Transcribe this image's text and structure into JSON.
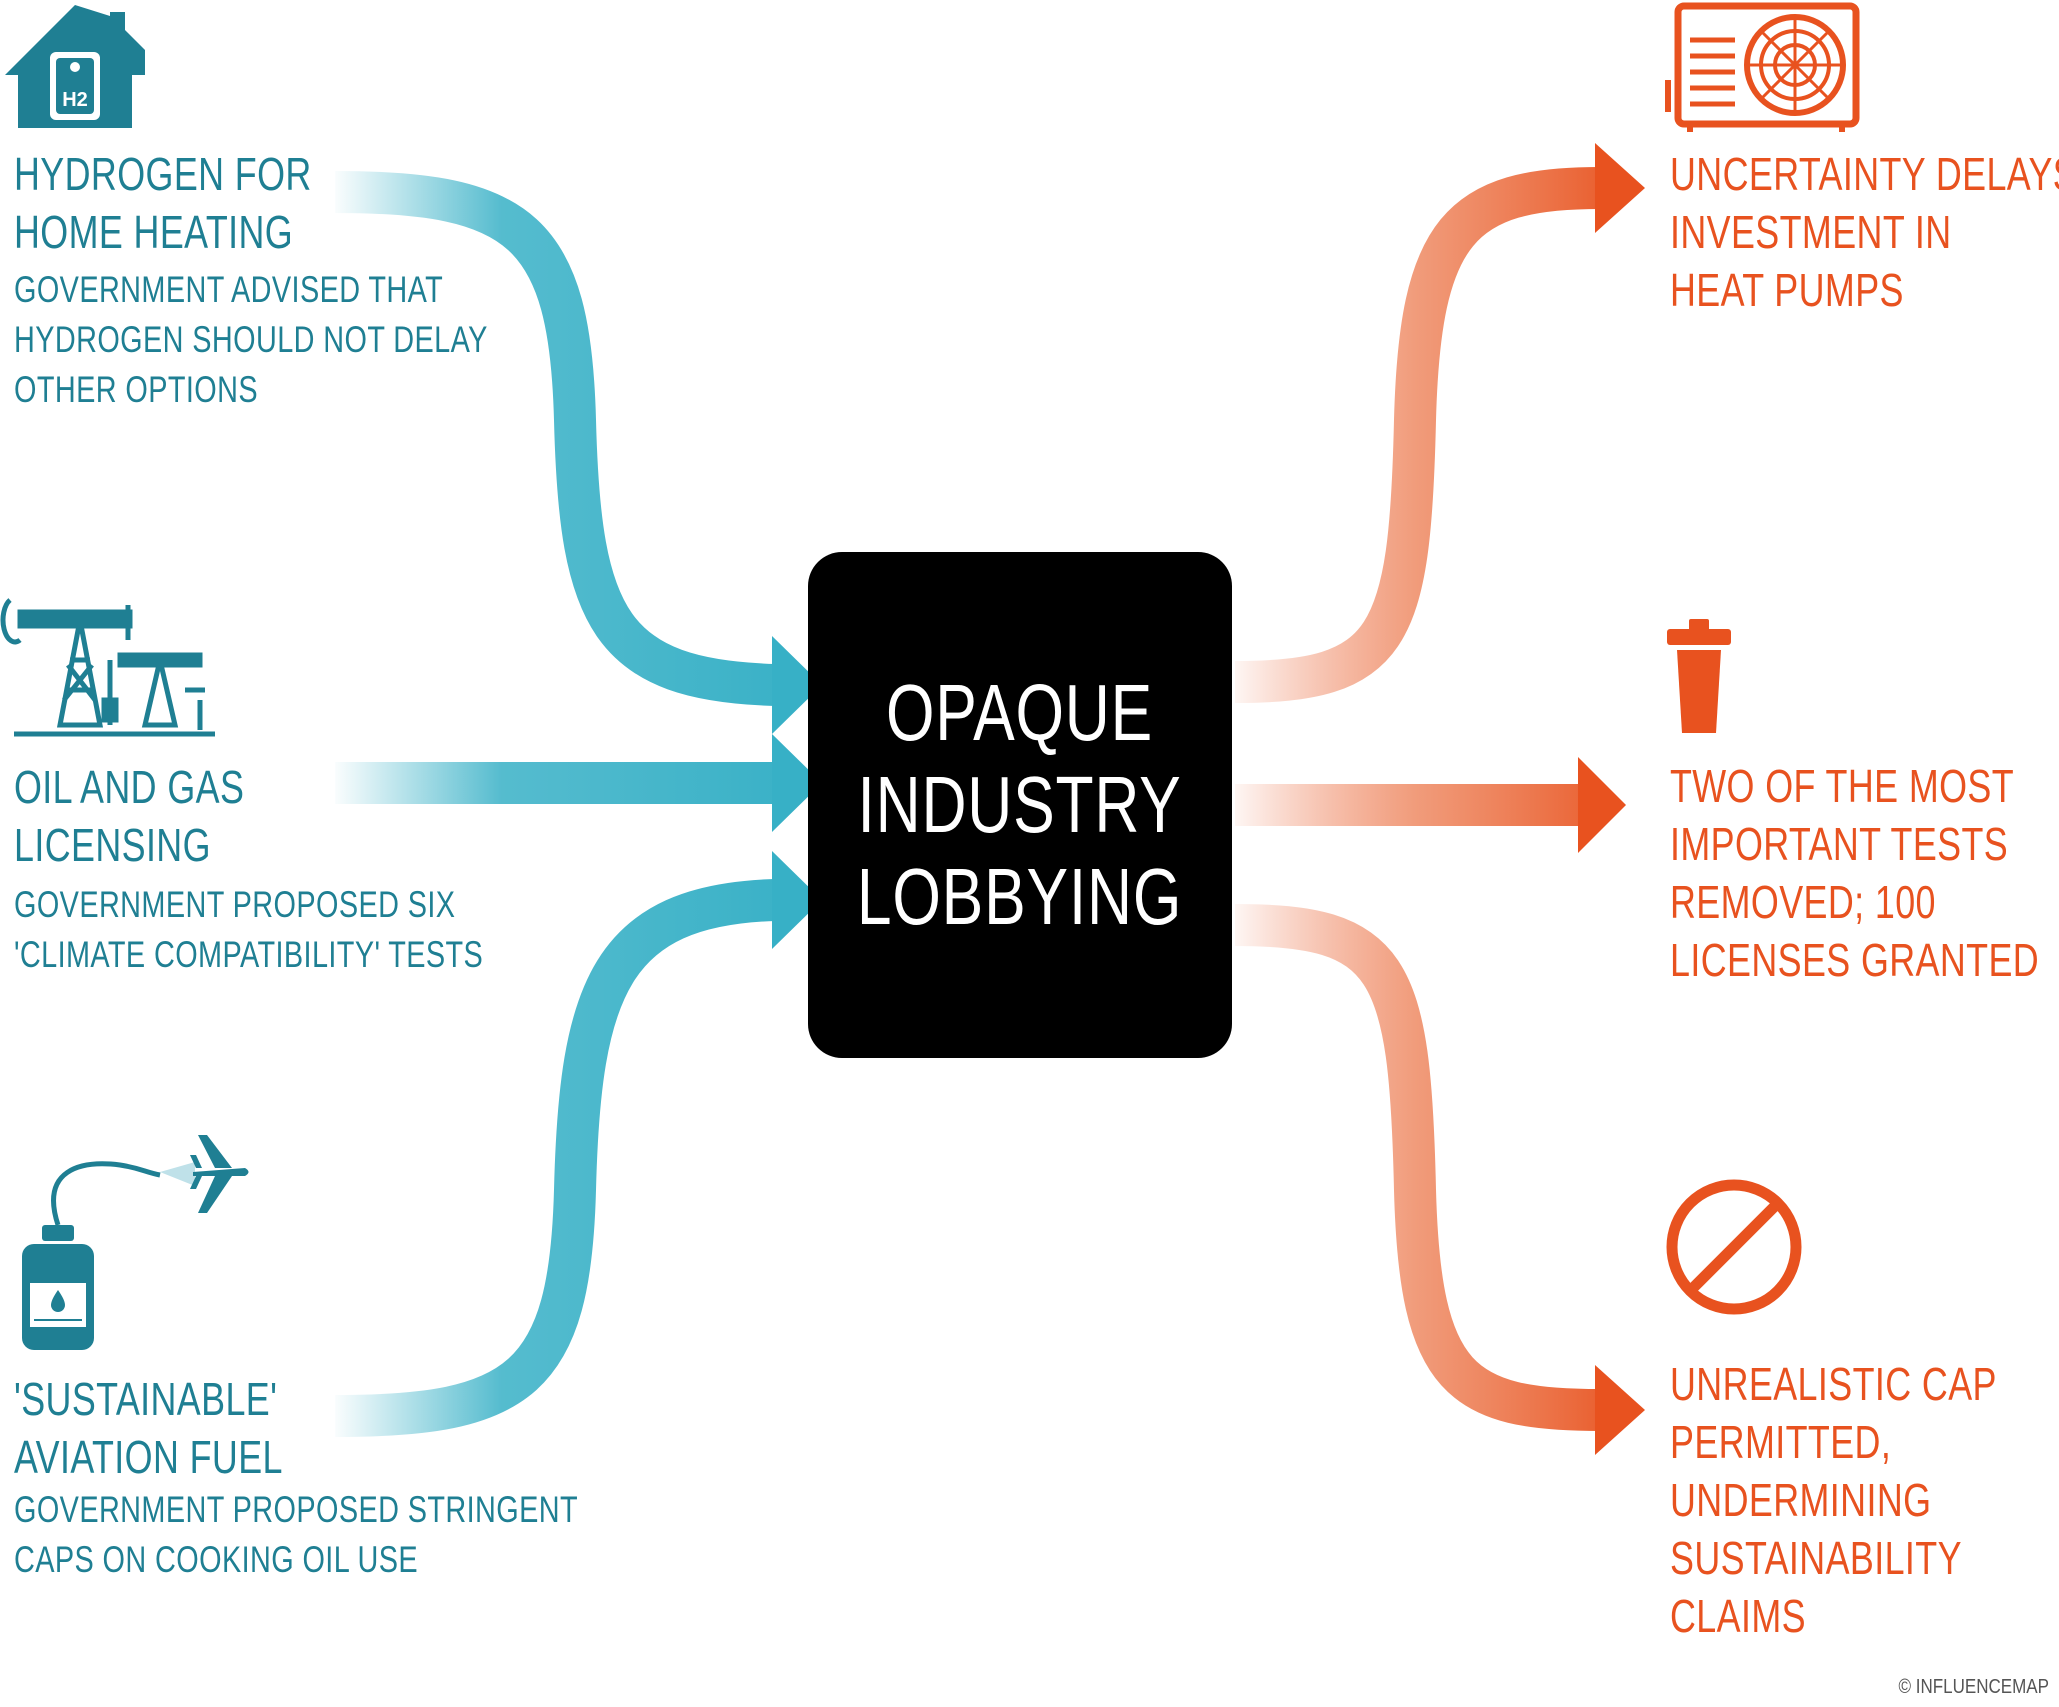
{
  "center": {
    "label": "OPAQUE\nINDUSTRY\nLOBBYING"
  },
  "inputs": [
    {
      "icon": "hydrogen-house-icon",
      "icon_text": "H2",
      "title": [
        "HYDROGEN FOR",
        "HOME HEATING"
      ],
      "subtitle": [
        "GOVERNMENT ADVISED THAT",
        "HYDROGEN SHOULD NOT DELAY",
        "OTHER OPTIONS"
      ]
    },
    {
      "icon": "oil-pump-icon",
      "title": [
        "OIL AND GAS",
        "LICENSING"
      ],
      "subtitle": [
        "GOVERNMENT PROPOSED SIX",
        "'CLIMATE COMPATIBILITY' TESTS"
      ]
    },
    {
      "icon": "fuel-jar-airplane-icon",
      "title": [
        "'SUSTAINABLE'",
        "AVIATION FUEL"
      ],
      "subtitle": [
        "GOVERNMENT PROPOSED STRINGENT",
        "CAPS ON COOKING OIL USE"
      ]
    }
  ],
  "outputs": [
    {
      "icon": "heat-pump-icon",
      "text": [
        "UNCERTAINTY DELAYS",
        "INVESTMENT IN",
        "HEAT PUMPS"
      ]
    },
    {
      "icon": "trash-bin-icon",
      "text": [
        "TWO OF THE MOST",
        "IMPORTANT TESTS",
        "REMOVED;  100",
        "LICENSES GRANTED"
      ]
    },
    {
      "icon": "prohibited-icon",
      "text": [
        "UNREALISTIC CAP",
        "PERMITTED,",
        "UNDERMINING",
        "SUSTAINABILITY",
        "CLAIMS"
      ]
    }
  ],
  "copyright": "© INFLUENCEMAP",
  "colors": {
    "teal": "#37b0c6",
    "teal_text": "#1f7f93",
    "orange": "#e8521f",
    "center": "#000000"
  }
}
